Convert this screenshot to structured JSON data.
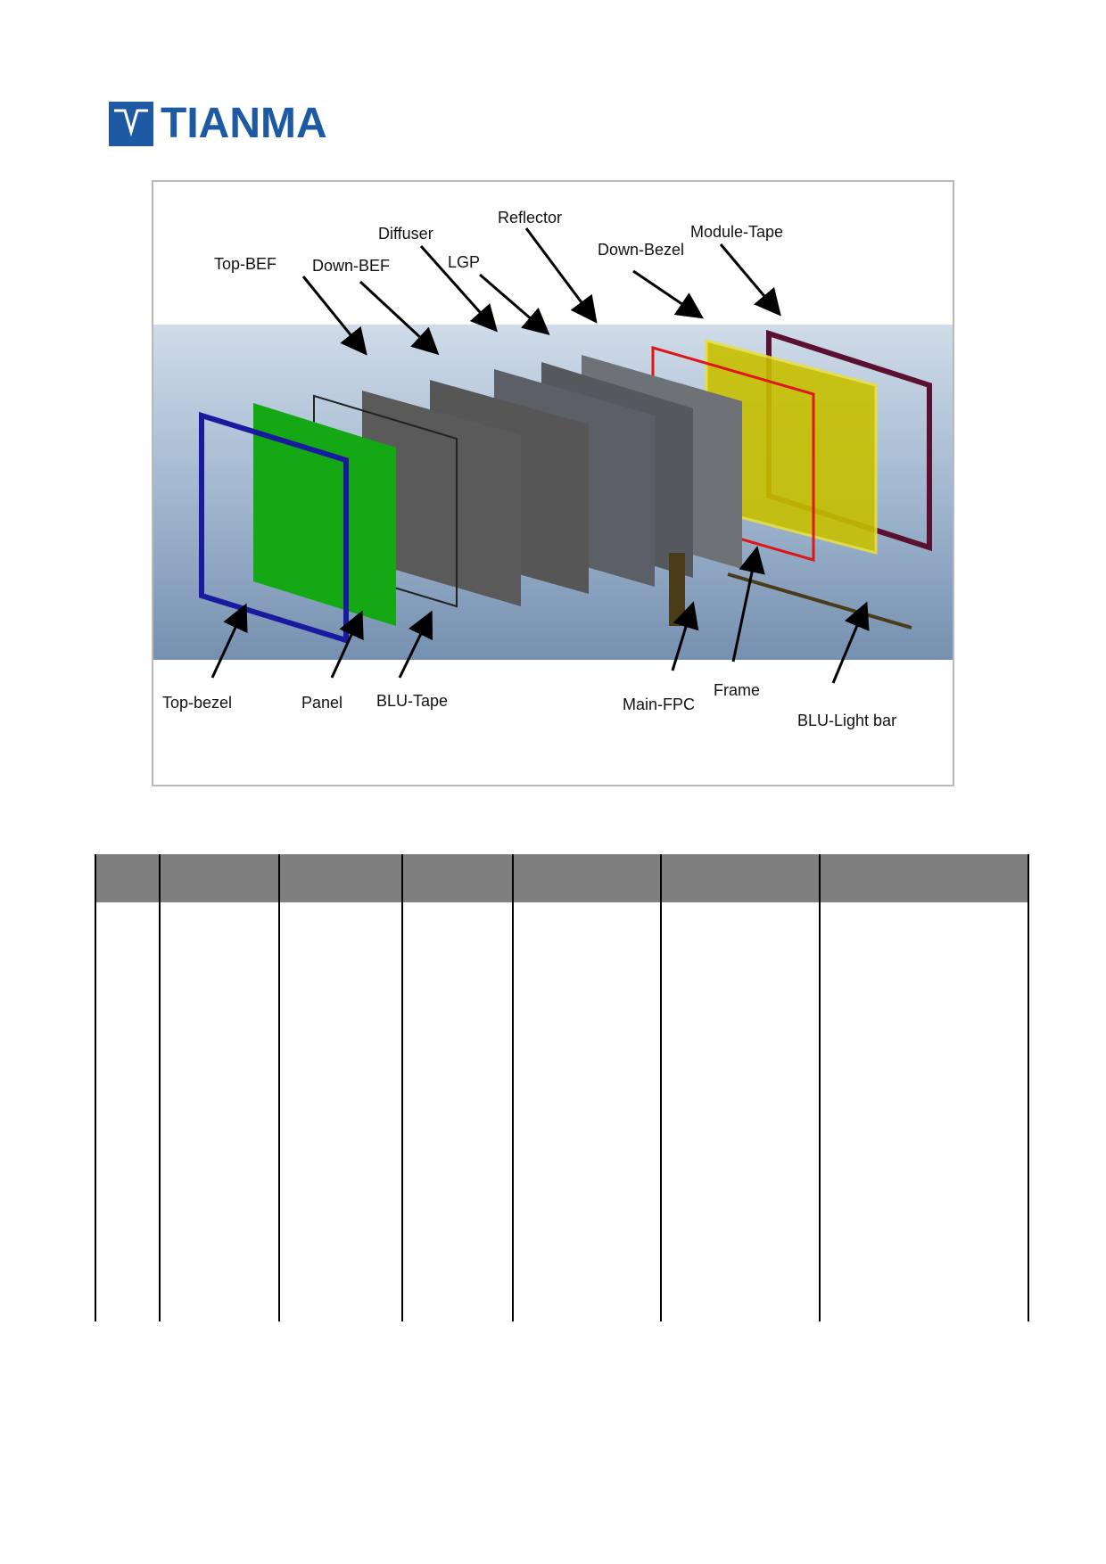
{
  "header": {
    "logo_text": "TIANMA",
    "brand_color": "#1e5aa4"
  },
  "figure": {
    "labels": {
      "top_bef": "Top-BEF",
      "down_bef": "Down-BEF",
      "diffuser": "Diffuser",
      "lgp": "LGP",
      "reflector": "Reflector",
      "down_bezel": "Down-Bezel",
      "module_tape": "Module-Tape",
      "top_bezel": "Top-bezel",
      "panel": "Panel",
      "blu_tape": "BLU-Tape",
      "main_fpc": "Main-FPC",
      "frame": "Frame",
      "blu_light_bar": "BLU-Light bar"
    },
    "colors": {
      "top_bezel": "#1a1aa0",
      "panel": "#14a814",
      "films": "#5a5a5a",
      "frame": "#e01515",
      "down_bezel": "#c8c000",
      "module_tape": "#5a1030",
      "light_bar": "#4a3c18"
    }
  },
  "table": {
    "columns": [
      "",
      "",
      "",
      "",
      "",
      "",
      ""
    ],
    "rows": [
      [
        "",
        "",
        "",
        "",
        "",
        "",
        ""
      ]
    ]
  }
}
